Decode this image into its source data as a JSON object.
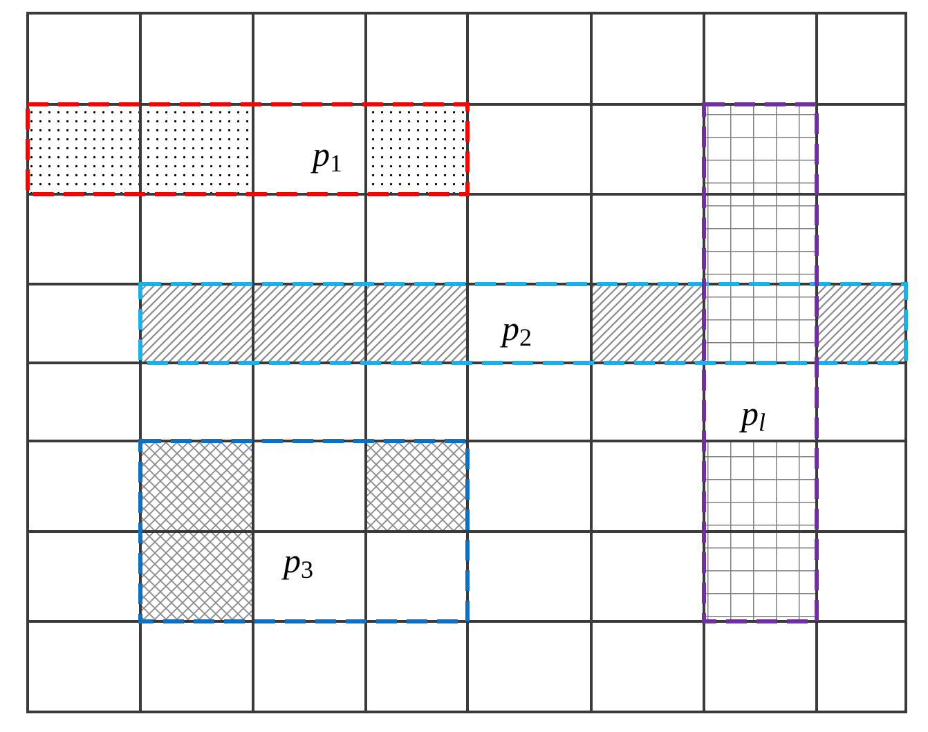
{
  "grid": {
    "columns": 8,
    "rows": 8,
    "line_color": "#3a3a3a"
  },
  "groups": [
    {
      "id": "p1",
      "label_base": "p",
      "label_sub": "1",
      "border_color": "#ff0000",
      "pattern": "dots",
      "row_start": 1,
      "row_end": 1,
      "col_start": 0,
      "col_end": 3,
      "filled_cells": [
        [
          1,
          0
        ],
        [
          1,
          1
        ],
        [
          1,
          3
        ]
      ],
      "label_cell": [
        1,
        2
      ]
    },
    {
      "id": "p2",
      "label_base": "p",
      "label_sub": "2",
      "border_color": "#1ab0ea",
      "pattern": "diagonal",
      "row_start": 3,
      "row_end": 3,
      "col_start": 1,
      "col_end": 7,
      "filled_cells": [
        [
          3,
          1
        ],
        [
          3,
          2
        ],
        [
          3,
          3
        ],
        [
          3,
          5
        ],
        [
          3,
          7
        ]
      ],
      "label_cell": [
        3,
        4
      ]
    },
    {
      "id": "p3",
      "label_base": "p",
      "label_sub": "3",
      "border_color": "#1070c0",
      "pattern": "crosshatch",
      "row_start": 5,
      "row_end": 6,
      "col_start": 1,
      "col_end": 3,
      "filled_cells": [
        [
          5,
          1
        ],
        [
          5,
          3
        ],
        [
          6,
          1
        ]
      ],
      "label_cell": [
        6,
        2
      ]
    },
    {
      "id": "pl",
      "label_base": "p",
      "label_sub": "l",
      "border_color": "#7030a0",
      "pattern": "grid",
      "row_start": 1,
      "row_end": 6,
      "col_start": 6,
      "col_end": 6,
      "filled_cells": [
        [
          1,
          6
        ],
        [
          2,
          6
        ],
        [
          3,
          6
        ],
        [
          5,
          6
        ],
        [
          6,
          6
        ]
      ],
      "label_cell": [
        4,
        6
      ]
    }
  ]
}
